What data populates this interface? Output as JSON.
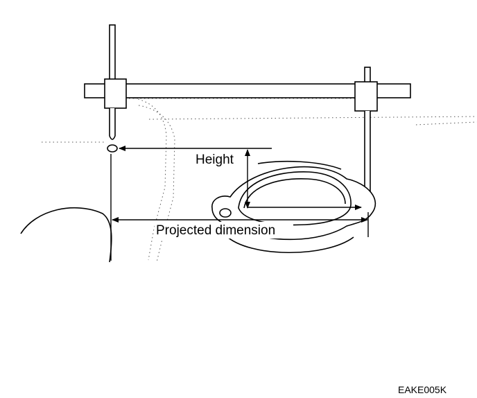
{
  "labels": {
    "height": "Height",
    "projected_dimension": "Projected dimension",
    "figure_code": "EAKE005K"
  },
  "colors": {
    "ink": "#000000",
    "background": "#ffffff"
  }
}
